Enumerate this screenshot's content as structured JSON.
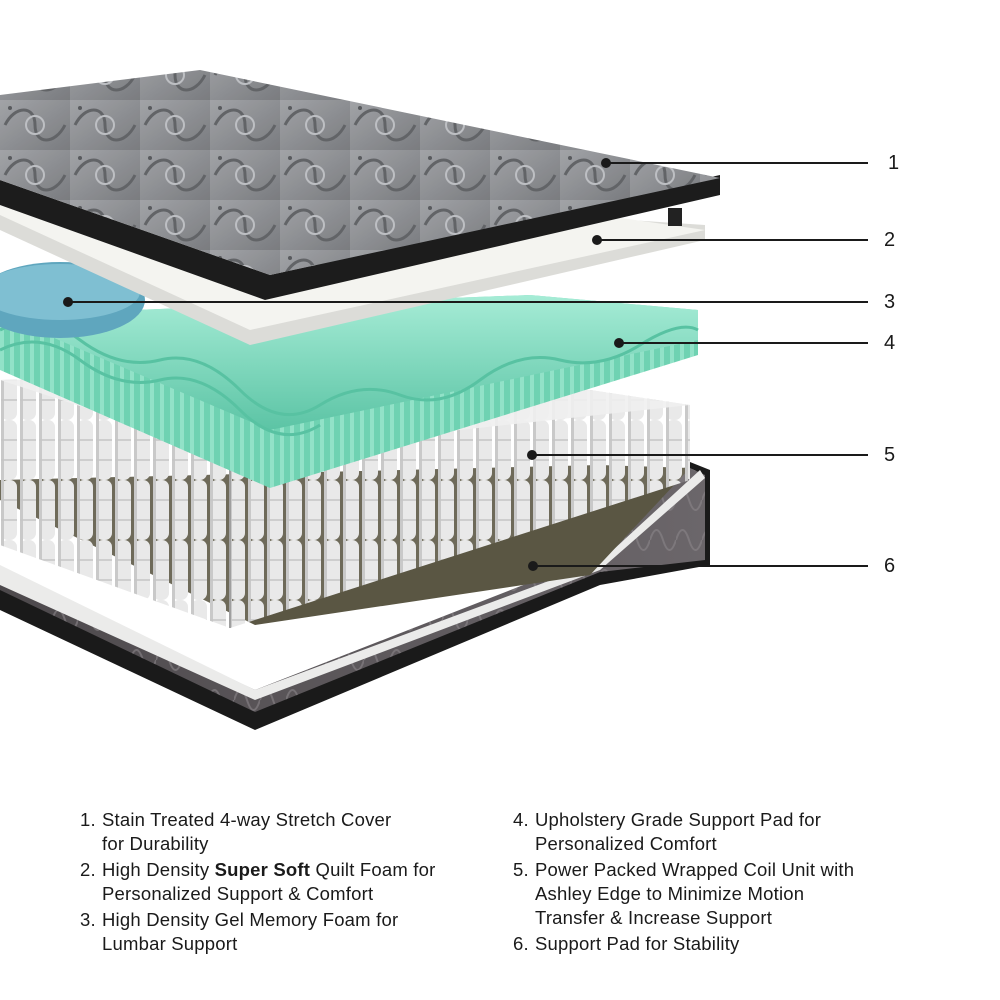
{
  "callouts": [
    "1",
    "2",
    "3",
    "4",
    "5",
    "6"
  ],
  "legend": [
    {
      "num": "1.",
      "pre": "Stain Treated 4-way Stretch Cover",
      "bold": "",
      "post": "",
      "line2": "for Durability"
    },
    {
      "num": "2.",
      "pre": "High Density ",
      "bold": "Super Soft",
      "post": " Quilt Foam for",
      "line2": "Personalized Support & Comfort"
    },
    {
      "num": "3.",
      "pre": "High Density Gel Memory Foam for",
      "bold": "",
      "post": "",
      "line2": "Lumbar Support"
    },
    {
      "num": "4.",
      "pre": "Upholstery Grade Support Pad for",
      "bold": "",
      "post": "",
      "line2": "Personalized Comfort"
    },
    {
      "num": "5.",
      "pre": "Power Packed Wrapped Coil Unit with",
      "bold": "",
      "post": "",
      "line2": "Ashley Edge to Minimize Motion",
      "line3": "Transfer & Increase Support"
    },
    {
      "num": "6.",
      "pre": "Support Pad for Stability",
      "bold": "",
      "post": "",
      "line2": ""
    }
  ],
  "colors": {
    "cover": "#8c8e92",
    "cover_dark": "#1c1c1c",
    "foam_white": "#f2f2ee",
    "gel_blue": "#5fa6be",
    "support_green": "#8ee0c6",
    "coil_gray": "#d9d9d9",
    "pad_olive": "#5a5643",
    "base_gray": "#5c575b"
  }
}
